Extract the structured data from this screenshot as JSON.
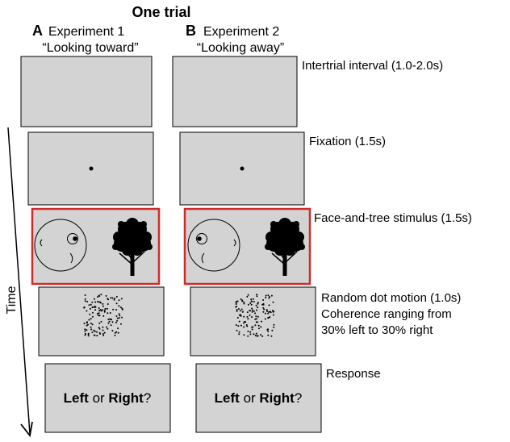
{
  "figure": {
    "title": "One trial",
    "time_label": "Time",
    "panels": [
      {
        "letter": "A",
        "experiment": "Experiment 1",
        "condition": "“Looking toward”"
      },
      {
        "letter": "B",
        "experiment": "Experiment 2",
        "condition": "“Looking away”"
      }
    ],
    "stages": [
      {
        "label": "Intertrial interval (1.0-2.0s)"
      },
      {
        "label": "Fixation (1.5s)"
      },
      {
        "label": "Face-and-tree stimulus (1.5s)"
      },
      {
        "label": "Random dot motion (1.0s)",
        "sublabel_1": "Coherence ranging from",
        "sublabel_2": "30% left to 30% right"
      },
      {
        "label": "Response"
      }
    ],
    "response": {
      "left": "Left",
      "or": " or ",
      "right": "Right",
      "q": "?"
    },
    "colors": {
      "screen": "#d3d3d3",
      "stimulus_border": "#d12a2a",
      "ink": "#000000"
    }
  }
}
